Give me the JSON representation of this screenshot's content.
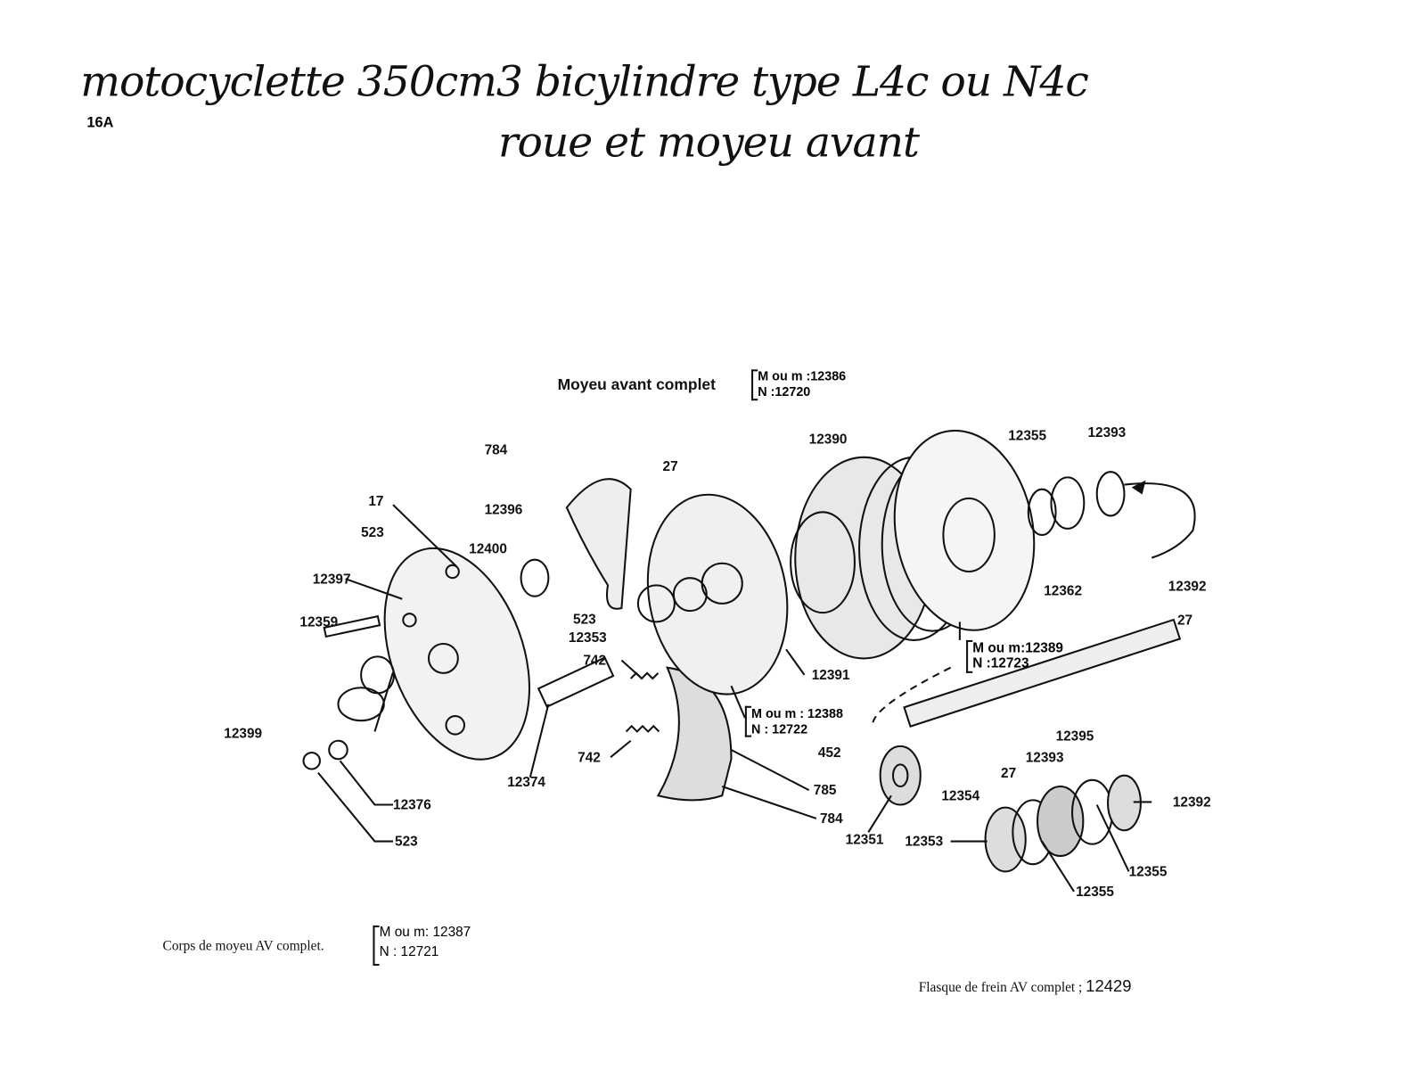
{
  "title": {
    "line1": "motocyclette 350cm3 bicylindre type L4c ou N4c",
    "line2": "roue et moyeu avant",
    "page_ref": "16A"
  },
  "assemblies": {
    "moyeu": {
      "label": "Moyeu avant complet",
      "m_ref": "M ou m :12386",
      "n_ref": "N :12720"
    },
    "corps": {
      "label": "Corps de moyeu AV complet.",
      "m_ref": "M ou m: 12387",
      "n_ref": "N : 12721"
    },
    "flasque": {
      "label": "Flasque de frein AV complet ;",
      "ref": "12429"
    },
    "sub_12388": {
      "m_ref": "M ou m : 12388",
      "n_ref": "N : 12722"
    },
    "sub_12389": {
      "m_ref": "M ou m:12389",
      "n_ref": "N :12723"
    }
  },
  "part_labels": [
    "784",
    "12390",
    "27",
    "12355",
    "12393",
    "17",
    "12396",
    "523",
    "12400",
    "12397",
    "12359",
    "12399",
    "523",
    "12353",
    "742",
    "742",
    "12374",
    "12376",
    "523",
    "12391",
    "452",
    "785",
    "784",
    "12351",
    "12362",
    "12392",
    "27",
    "12395",
    "12393",
    "27",
    "12354",
    "12392",
    "12353",
    "12355",
    "12355"
  ]
}
